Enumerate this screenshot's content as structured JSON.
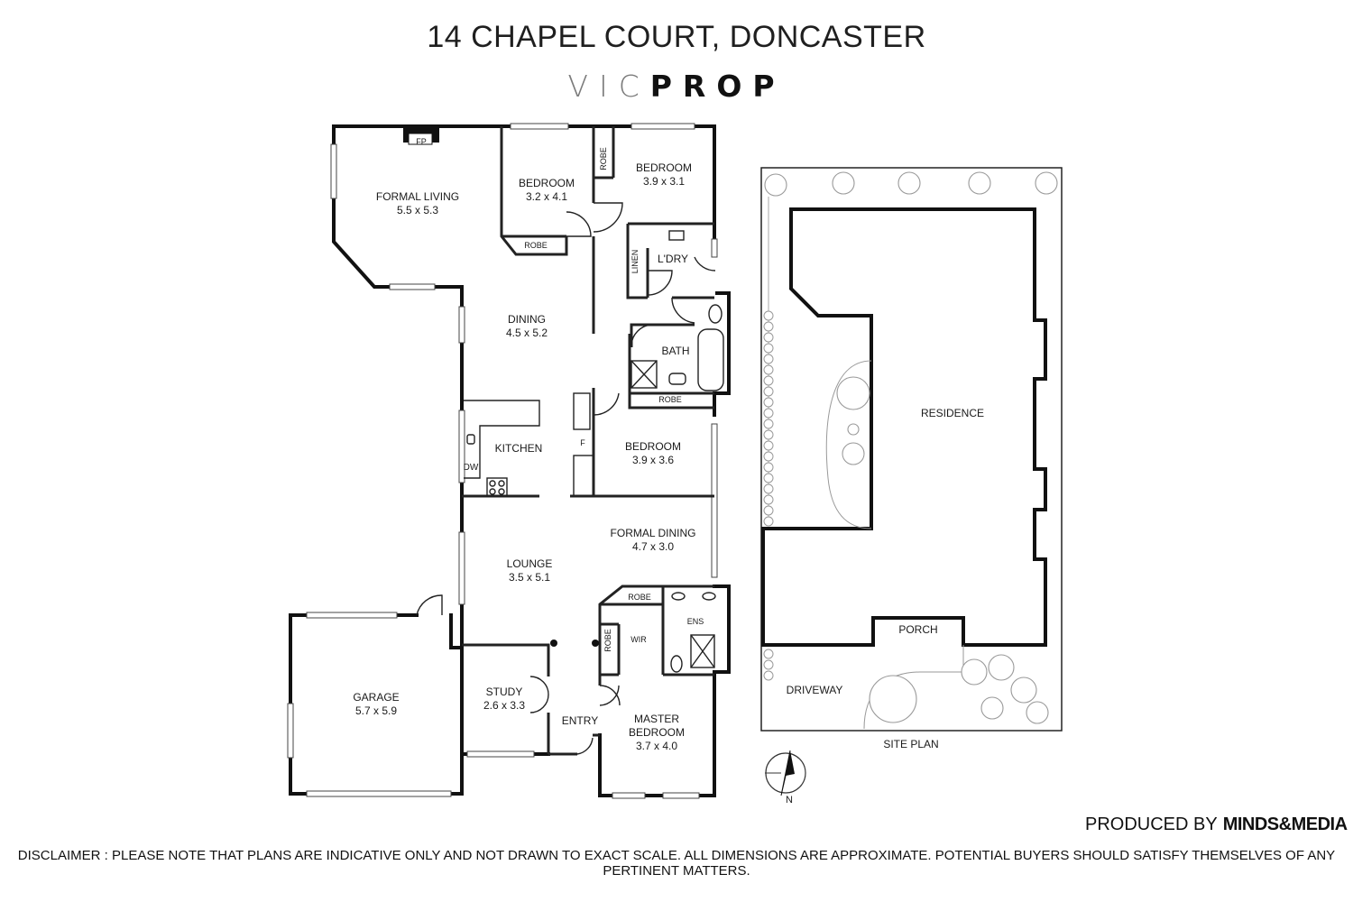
{
  "header": {
    "address": "14 CHAPEL COURT, DONCASTER",
    "logo_light": "VIC",
    "logo_bold": "PROP"
  },
  "rooms": [
    {
      "name": "FORMAL LIVING",
      "dims": "5.5 x 5.3"
    },
    {
      "name": "BEDROOM",
      "dims": "3.2 x 4.1"
    },
    {
      "name": "BEDROOM",
      "dims": "3.9 x 3.1"
    },
    {
      "name": "DINING",
      "dims": "4.5 x 5.2"
    },
    {
      "name": "KITCHEN",
      "dims": ""
    },
    {
      "name": "BEDROOM",
      "dims": "3.9 x 3.6"
    },
    {
      "name": "FORMAL DINING",
      "dims": "4.7 x 3.0"
    },
    {
      "name": "LOUNGE",
      "dims": "3.5 x 5.1"
    },
    {
      "name": "GARAGE",
      "dims": "5.7 x 5.9"
    },
    {
      "name": "STUDY",
      "dims": "2.6 x 3.3"
    },
    {
      "name": "MASTER BEDROOM",
      "dims": "3.7 x 4.0"
    }
  ],
  "small_labels": {
    "fp": "FP",
    "robe": "ROBE",
    "linen": "LINEN",
    "ldry": "L'DRY",
    "bath": "BATH",
    "f": "F",
    "dw": "DW",
    "wir": "WIR",
    "ens": "ENS",
    "entry": "ENTRY"
  },
  "site_plan": {
    "residence": "RESIDENCE",
    "porch": "PORCH",
    "driveway": "DRIVEWAY",
    "caption": "SITE PLAN",
    "north": "N"
  },
  "footer": {
    "produced_by": "PRODUCED BY",
    "brand": "MINDS&MEDIA",
    "disclaimer": "DISCLAIMER : PLEASE NOTE THAT PLANS ARE INDICATIVE ONLY AND NOT DRAWN TO EXACT SCALE. ALL DIMENSIONS ARE APPROXIMATE. POTENTIAL BUYERS SHOULD SATISFY THEMSELVES OF ANY PERTINENT MATTERS."
  }
}
